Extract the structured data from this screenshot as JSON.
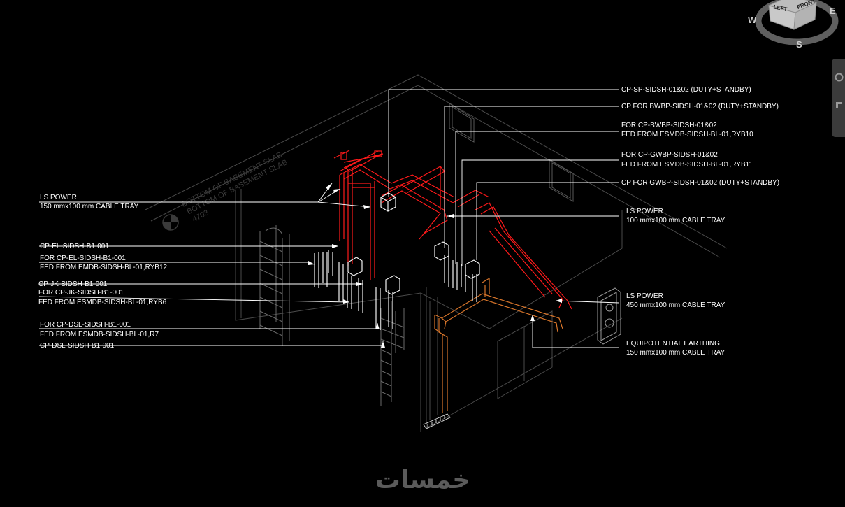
{
  "viewcube": {
    "face_left": "LEFT",
    "face_front": "FRONT",
    "compass_w": "W",
    "compass_s": "S",
    "compass_e": "E"
  },
  "slab_labels": [
    "BOTTOM OF BASEMENT SLAB",
    "BOTTOM OF BASEMENT SLAB",
    "4703"
  ],
  "labels_left": [
    {
      "lines": [
        "LS POWER",
        "150 mmx100 mm CABLE TRAY"
      ]
    },
    {
      "lines": [
        "CP-EL-SIDSH-B1-001"
      ]
    },
    {
      "lines": [
        "FOR CP-EL-SIDSH-B1-001",
        "FED FROM EMDB-SIDSH-BL-01,RYB12"
      ]
    },
    {
      "lines": [
        "CP-JK-SIDSH-B1-001"
      ]
    },
    {
      "lines": [
        "FOR CP-JK-SIDSH-B1-001",
        "FED FROM ESMDB-SIDSH-BL-01,RYB6"
      ]
    },
    {
      "lines": [
        "FOR CP-DSL-SIDSH-B1-001",
        "FED FROM ESMDB-SIDSH-BL-01,R7"
      ]
    },
    {
      "lines": [
        "CP-DSL-SIDSH-B1-001"
      ]
    }
  ],
  "labels_right": [
    {
      "lines": [
        "CP-SP-SIDSH-01&02 (DUTY+STANDBY)"
      ]
    },
    {
      "lines": [
        "CP FOR BWBP-SIDSH-01&02 (DUTY+STANDBY)"
      ]
    },
    {
      "lines": [
        "FOR CP-BWBP-SIDSH-01&02",
        "FED FROM ESMDB-SIDSH-BL-01,RYB10"
      ]
    },
    {
      "lines": [
        "FOR CP-GWBP-SIDSH-01&02",
        "FED FROM ESMDB-SIDSH-BL-01,RYB11"
      ]
    },
    {
      "lines": [
        "CP FOR GWBP-SIDSH-01&02 (DUTY+STANDBY)"
      ]
    },
    {
      "lines": [
        "LS POWER",
        "100 mmx100 mm CABLE TRAY"
      ]
    },
    {
      "lines": [
        "LS POWER",
        "450 mmx100 mm CABLE TRAY"
      ]
    },
    {
      "lines": [
        "EQUIPOTENTIAL EARTHING",
        "150 mmx100 mm CABLE TRAY"
      ]
    }
  ],
  "watermark": "خمسات",
  "colors": {
    "background": "#000000",
    "room_lines": "#4d4d4d",
    "ls_power_tray": "#ff1a1a",
    "earthing_tray": "#d9762b",
    "leaders": "#ffffff"
  }
}
